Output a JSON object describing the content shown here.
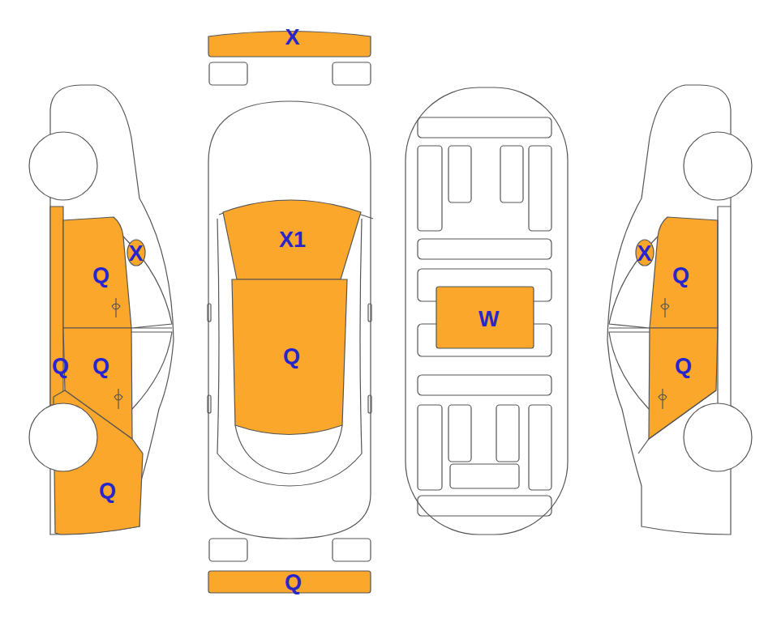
{
  "diagram": {
    "nodes": [
      {
        "text": [
          "X"
        ]
      },
      {
        "text": [
          "X"
        ]
      },
      {
        "text": [
          "Q"
        ]
      },
      {
        "text": [
          "Q"
        ]
      },
      {
        "text": [
          "Q"
        ]
      },
      {
        "text": [
          "Q"
        ]
      },
      {
        "text": [
          "X1"
        ]
      },
      {
        "text": [
          "Q"
        ]
      },
      {
        "text": [
          "Q"
        ]
      },
      {
        "text": [
          "W"
        ]
      },
      {
        "text": [
          "X"
        ]
      },
      {
        "text": [
          "Q"
        ]
      },
      {
        "text": [
          "Q"
        ]
      }
    ]
  }
}
